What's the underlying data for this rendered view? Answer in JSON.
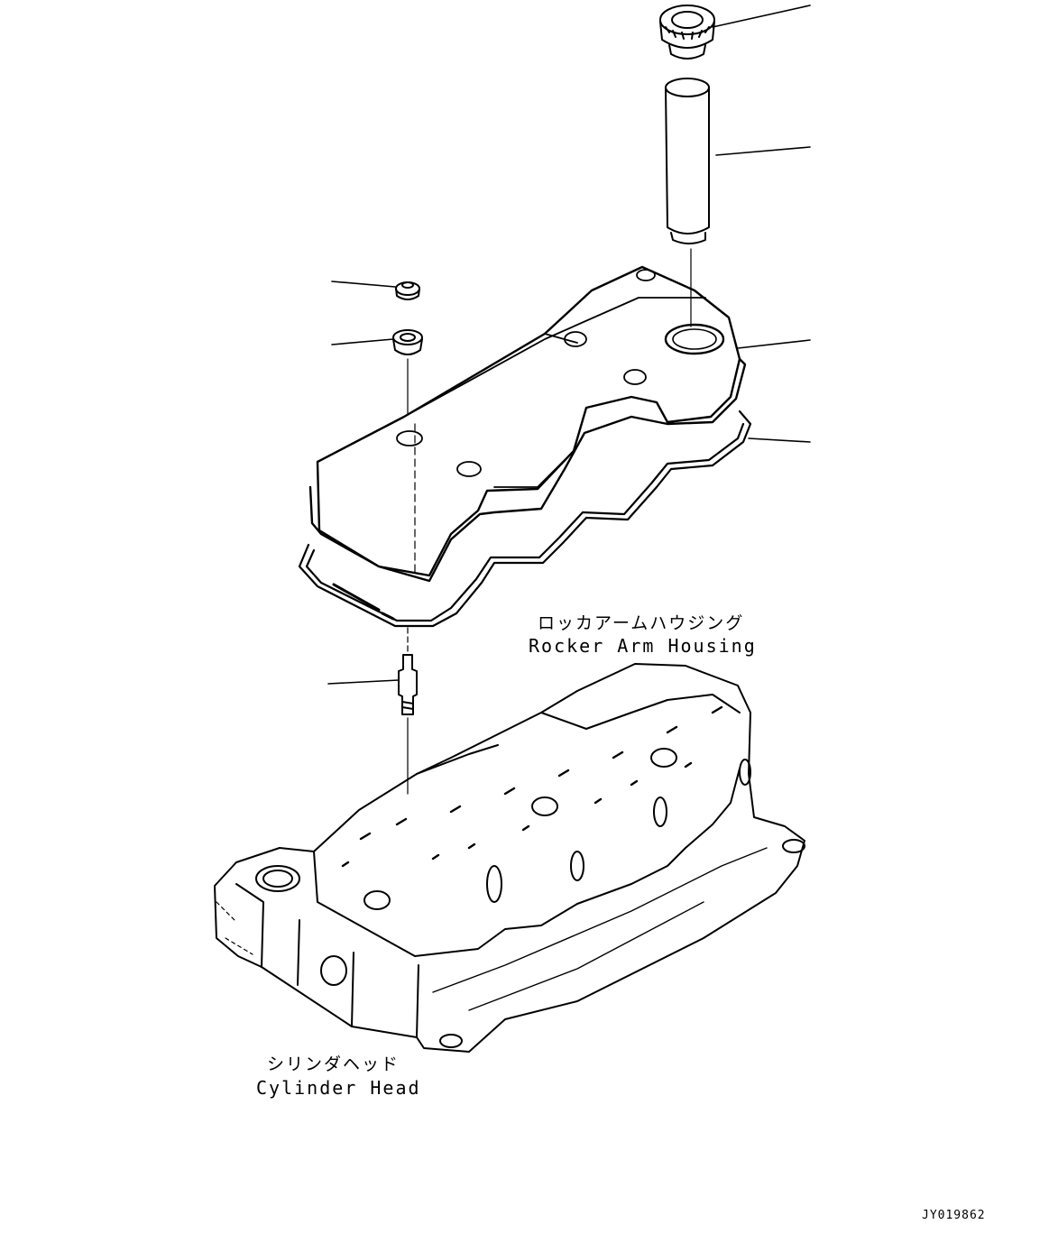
{
  "labels": {
    "rocker_housing_jp": "ロッカアームハウジング",
    "rocker_housing_en": "Rocker Arm Housing",
    "cylinder_head_jp": "シリンダヘッド",
    "cylinder_head_en": "Cylinder Head",
    "figure_code": "JY019862"
  },
  "parts": [
    {
      "name": "oil-filler-cap"
    },
    {
      "name": "oil-filler-tube"
    },
    {
      "name": "rocker-arm-cover"
    },
    {
      "name": "cover-gasket"
    },
    {
      "name": "flange-nut"
    },
    {
      "name": "grommet"
    },
    {
      "name": "stud-bolt"
    }
  ]
}
